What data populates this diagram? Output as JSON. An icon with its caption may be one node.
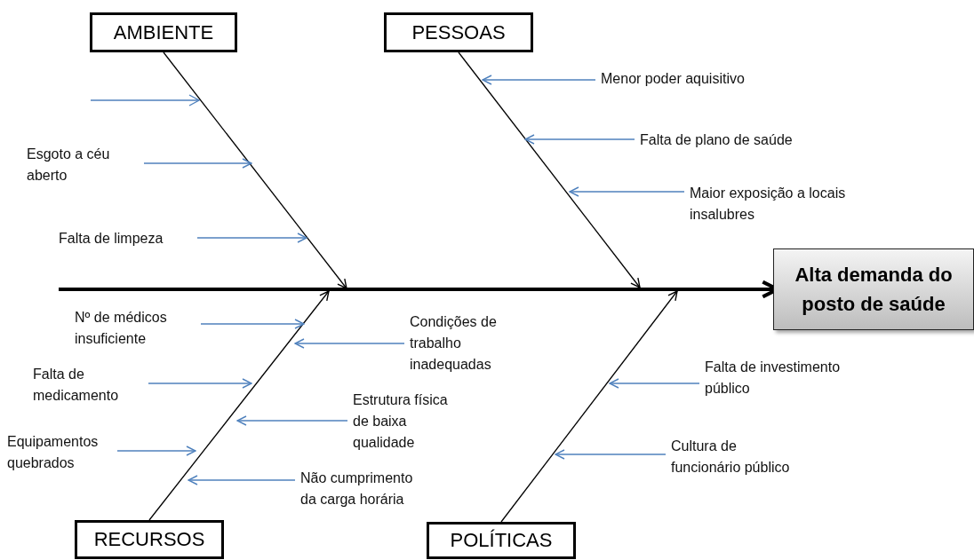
{
  "diagram": {
    "nodes": [
      {
        "text": [
          "AMBIENTE"
        ]
      },
      {
        "text": [
          "PESSOAS"
        ]
      },
      {
        "text": [
          "Esgoto a céu aberto"
        ]
      },
      {
        "text": [
          "Falta de limpeza"
        ]
      },
      {
        "text": [
          "Menor poder aquisitivo"
        ]
      },
      {
        "text": [
          "Falta de plano de saúde"
        ]
      },
      {
        "text": [
          "Maior exposição a locais insalubres"
        ]
      },
      {
        "text": [
          "Alta demanda do posto de saúde"
        ]
      },
      {
        "text": [
          "Nº de médicos insuficiente"
        ]
      },
      {
        "text": [
          "Falta de medicamento"
        ]
      },
      {
        "text": [
          "Equipamentos quebrados"
        ]
      },
      {
        "text": [
          "Condições de trabalho inadequadas"
        ]
      },
      {
        "text": [
          "Estrutura física de baixa qualidade"
        ]
      },
      {
        "text": [
          "Não cumprimento da carga horária"
        ]
      },
      {
        "text": [
          "Falta de investimento público"
        ]
      },
      {
        "text": [
          "Cultura de funcionário público"
        ]
      },
      {
        "text": [
          "RECURSOS"
        ]
      },
      {
        "text": [
          "POLÍTICAS"
        ]
      }
    ],
    "edges": [
      {
        "from": null,
        "to": 7,
        "arrow": "to",
        "style": "thick",
        "color": "#000000"
      },
      {
        "from": 0,
        "to": null,
        "arrow": "to",
        "color": "#000000"
      },
      {
        "from": 1,
        "to": null,
        "arrow": "to",
        "color": "#000000"
      },
      {
        "from": 16,
        "to": null,
        "arrow": "to",
        "color": "#000000"
      },
      {
        "from": 17,
        "to": null,
        "arrow": "to",
        "color": "#000000"
      },
      {
        "from": 2,
        "to": null,
        "arrow": "to",
        "color": "#4f81bd"
      },
      {
        "from": 3,
        "to": null,
        "arrow": "to",
        "color": "#4f81bd"
      },
      {
        "from": 4,
        "to": null,
        "arrow": "to",
        "color": "#4f81bd"
      },
      {
        "from": 5,
        "to": null,
        "arrow": "to",
        "color": "#4f81bd"
      },
      {
        "from": 6,
        "to": null,
        "arrow": "to",
        "color": "#4f81bd"
      },
      {
        "from": 8,
        "to": null,
        "arrow": "to",
        "color": "#4f81bd"
      },
      {
        "from": 9,
        "to": null,
        "arrow": "to",
        "color": "#4f81bd"
      },
      {
        "from": 10,
        "to": null,
        "arrow": "to",
        "color": "#4f81bd"
      },
      {
        "from": 11,
        "to": null,
        "arrow": "to",
        "color": "#4f81bd"
      },
      {
        "from": 12,
        "to": null,
        "arrow": "to",
        "color": "#4f81bd"
      },
      {
        "from": 13,
        "to": null,
        "arrow": "to",
        "color": "#4f81bd"
      },
      {
        "from": 14,
        "to": null,
        "arrow": "to",
        "color": "#4f81bd"
      },
      {
        "from": 15,
        "to": null,
        "arrow": "to",
        "color": "#4f81bd"
      }
    ]
  }
}
